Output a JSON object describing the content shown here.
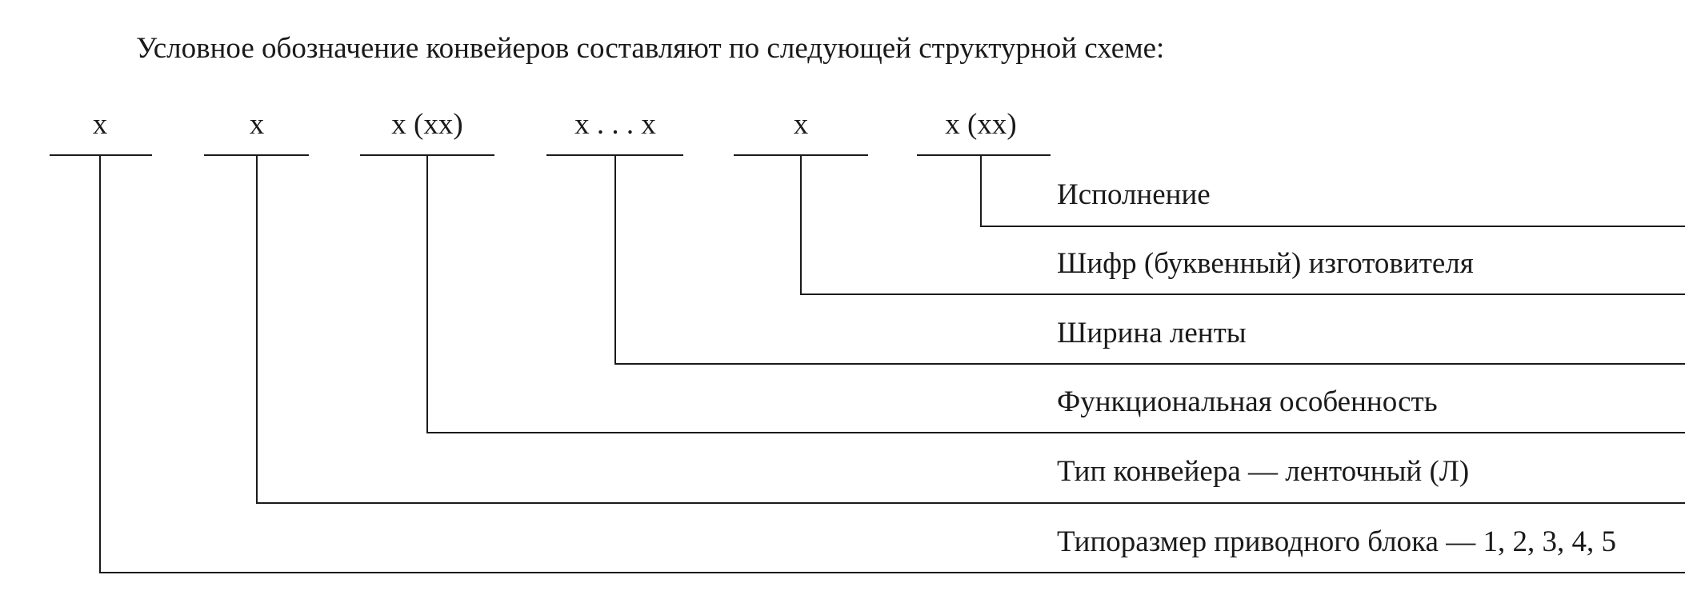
{
  "intro": "Условное обозначение конвейеров составляют по следующей структурной схеме:",
  "slots": [
    "х",
    "х",
    "х (хх)",
    "х . . . х",
    "х",
    "х (хх)"
  ],
  "labels": [
    "Исполнение",
    "Шифр (буквенный) изготовителя",
    "Ширина ленты",
    "Функциональная особенность",
    "Тип конвейера — ленточный (Л)",
    "Типоразмер приводного блока — 1, 2, 3, 4, 5"
  ]
}
